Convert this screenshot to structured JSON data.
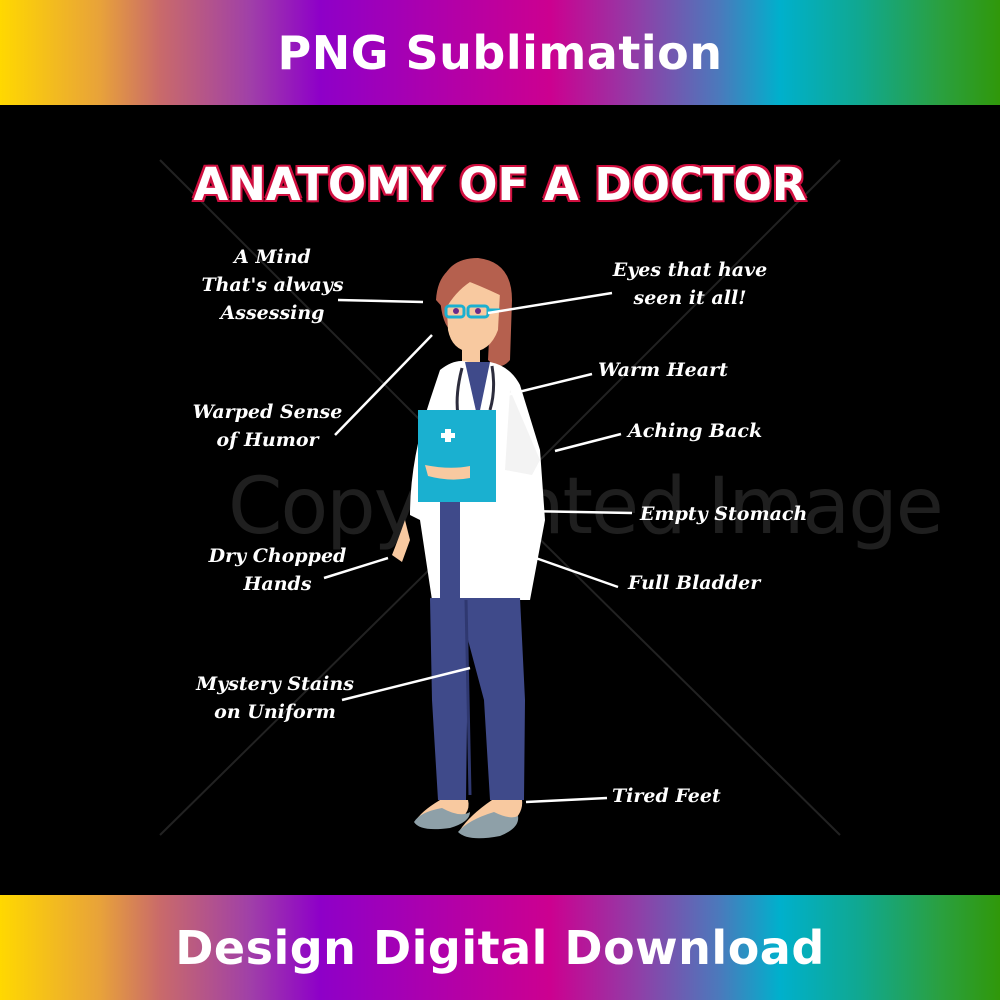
{
  "header_banner": {
    "text": "PNG Sublimation"
  },
  "footer_banner": {
    "text": "Design Digital Download"
  },
  "design": {
    "title": "ANATOMY OF A DOCTOR",
    "watermark": "Copyrighted Image",
    "labels": {
      "mind_line1": "A Mind",
      "mind_line2": "That's always",
      "mind_line3": "Assessing",
      "humor_line1": "Warped Sense",
      "humor_line2": "of Humor",
      "hands_line1": "Dry Chopped",
      "hands_line2": "Hands",
      "stains_line1": "Mystery Stains",
      "stains_line2": "on Uniform",
      "eyes_line1": "Eyes that have",
      "eyes_line2": "seen it all!",
      "heart": "Warm Heart",
      "back": "Aching Back",
      "stomach": "Empty Stomach",
      "bladder": "Full Bladder",
      "feet": "Tired Feet"
    }
  },
  "colors": {
    "background": "#000000",
    "title_outline": "#d01040",
    "hair": "#b5604e",
    "skin": "#f8c9a0",
    "coat": "#ffffff",
    "scrubs": "#3f4a8a",
    "clipboard": "#1ab0d0",
    "shoes": "#8ea0a8",
    "glasses": "#1ab0d0"
  }
}
